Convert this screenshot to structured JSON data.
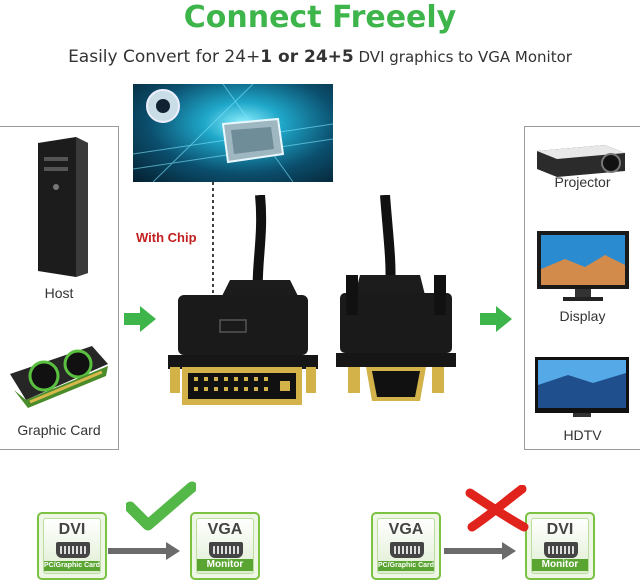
{
  "title": "Connect Freeely",
  "subtitle": {
    "prefix": "Easily Convert for 24+",
    "opt1": "1 or 24+5",
    "suffix": " DVI graphics to VGA Monitor"
  },
  "chip_label": "With Chip",
  "left_panel": {
    "items": [
      {
        "label": "Host"
      },
      {
        "label": "Graphic Card"
      }
    ]
  },
  "right_panel": {
    "items": [
      {
        "label": "Projector"
      },
      {
        "label": "Display"
      },
      {
        "label": "HDTV"
      }
    ]
  },
  "flows": {
    "supported": {
      "from_title": "DVI",
      "from_sub": "PC/Graphic Card",
      "to_title": "VGA",
      "to_sub": "Monitor",
      "status": "check"
    },
    "unsupported": {
      "from_title": "VGA",
      "from_sub": "PC/Graphic Card",
      "to_title": "DVI",
      "to_sub": "Monitor",
      "status": "cross"
    }
  },
  "colors": {
    "brand_green": "#3db54a",
    "check_green": "#54b848",
    "cross_red": "#e0231c",
    "chip_label_red": "#c41f1f"
  }
}
